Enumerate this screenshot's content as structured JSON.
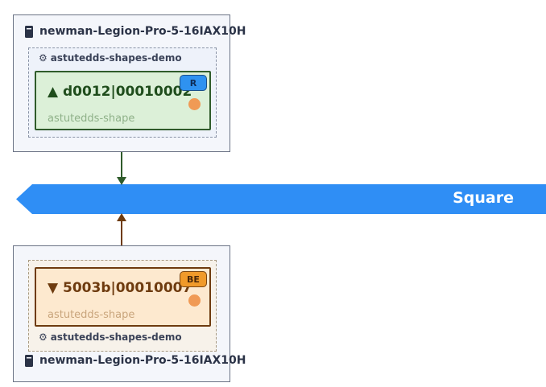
{
  "diagram": {
    "topic": {
      "label": "Square",
      "color": "#2f8ef5"
    },
    "writer_host": {
      "hostname": "newman-Legion-Pro-5-16IAX10H",
      "icon": "server-icon",
      "process": {
        "name": "astutedds-shapes-demo",
        "icon": "gear-icon",
        "entity": {
          "direction_glyph": "▲",
          "guid": "d0012|00010002",
          "type_name": "astutedds-shape",
          "badge": "R",
          "color": "#2f5b2b"
        }
      }
    },
    "reader_host": {
      "hostname": "newman-Legion-Pro-5-16IAX10H",
      "icon": "server-icon",
      "process": {
        "name": "astutedds-shapes-demo",
        "icon": "gear-icon",
        "entity": {
          "direction_glyph": "▼",
          "guid": "5003b|00010007",
          "type_name": "astutedds-shape",
          "badge": "BE",
          "color": "#6e3b0f"
        }
      }
    }
  }
}
